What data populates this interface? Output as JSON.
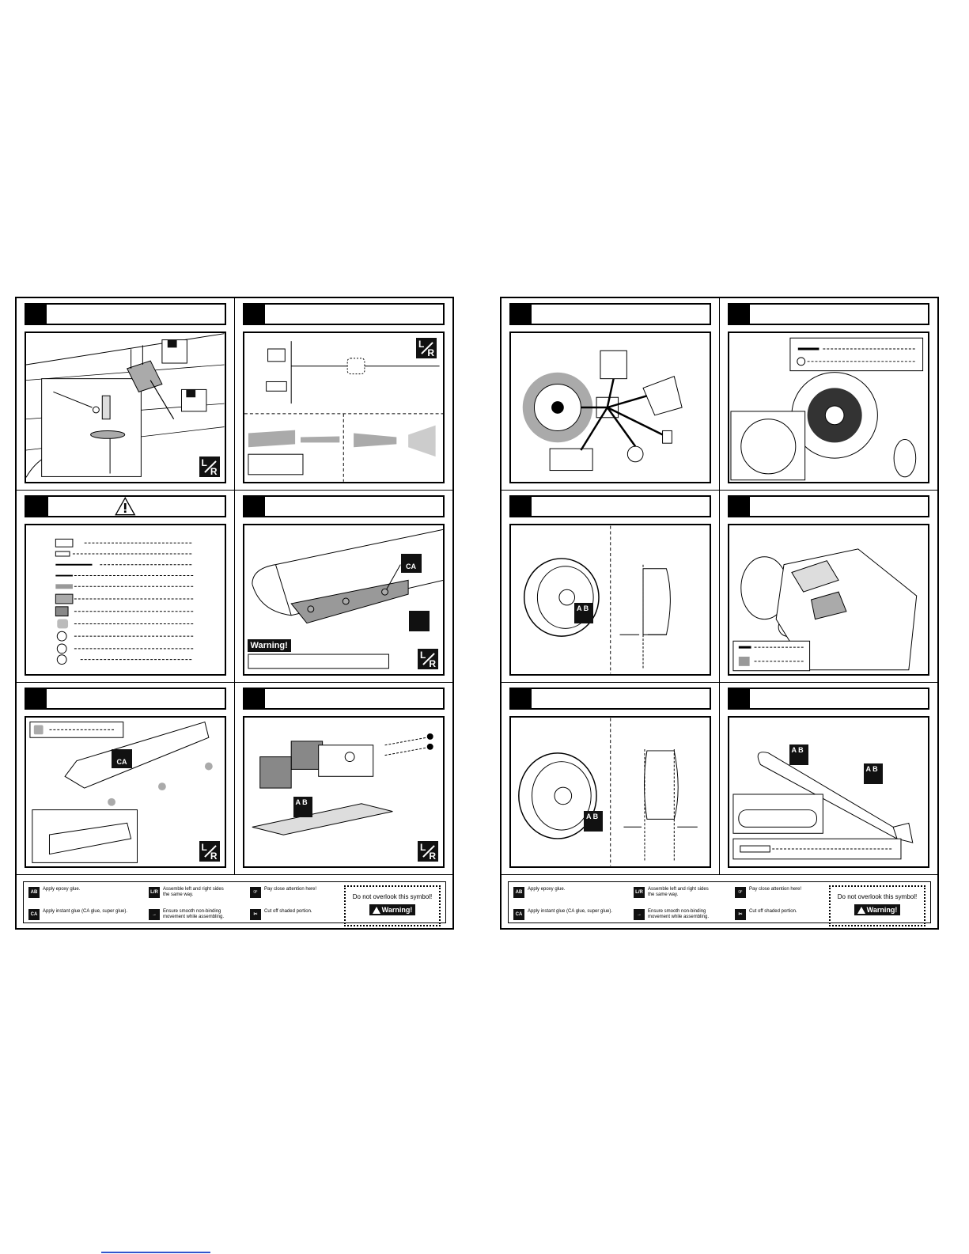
{
  "legend": {
    "epoxy": "Apply epoxy glue.",
    "ca": "Apply instant glue (CA glue, super glue).",
    "lr": "Assemble left and right sides\nthe same way.",
    "smooth": "Ensure smooth non-binding\nmovement while assembling.",
    "attention": "Pay close attention here!",
    "cut": "Cut off shaded portion.",
    "overlook": "Do not overlook this symbol!",
    "warning": "Warning!",
    "epoxy_right": "Apply epoxy glue.",
    "ca_right": "Apply instant glue (CA glue, super glue).",
    "lr_right": "Assemble left and right sides\nthe same way.",
    "smooth_right": "Ensure smooth non-binding\nmovement while assembling.",
    "attention_right": "Pay close attention here!",
    "cut_right": "Cut off shaded portion.",
    "overlook_right": "Do not overlook this symbol!",
    "warning_right": "Warning!"
  },
  "badges": {
    "ca": "CA",
    "warning_tag": "Warning!"
  },
  "colors": {
    "ink": "#000000",
    "gray": "#a9a9a9",
    "paper": "#ffffff"
  }
}
